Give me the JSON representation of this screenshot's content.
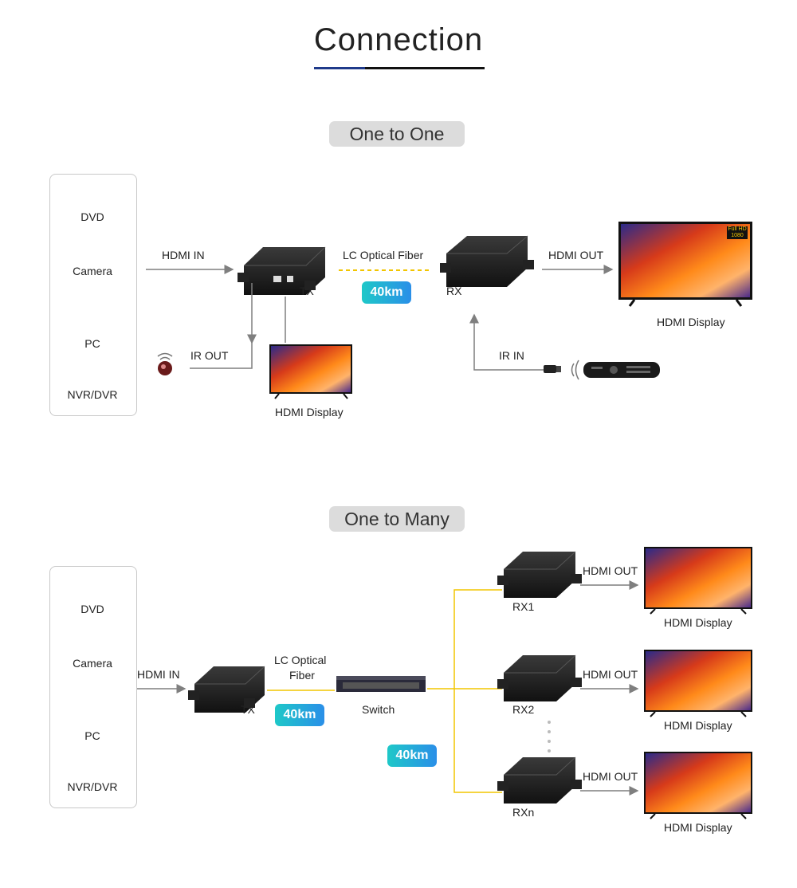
{
  "header": {
    "title": "Connection"
  },
  "colors": {
    "title_underline_left": "#1f3a8a",
    "title_underline_right": "#111111",
    "fiber": "#f2c500",
    "badge_start": "#1ec8c8",
    "badge_end": "#2a8fe8",
    "arrow": "#7f7f7f"
  },
  "one_to_one": {
    "heading": "One to One",
    "sources": [
      "DVD",
      "Camera",
      "PC",
      "NVR/DVR"
    ],
    "hdmi_in": "HDMI IN",
    "tx": "TX",
    "fiber_label": "LC Optical Fiber",
    "distance": "40km",
    "rx": "RX",
    "hdmi_out": "HDMI OUT",
    "display_main": "HDMI Display",
    "ir_out": "IR OUT",
    "display_local": "HDMI Display",
    "ir_in": "IR IN",
    "tv_badge": "Full HD 1080"
  },
  "one_to_many": {
    "heading": "One to Many",
    "sources": [
      "DVD",
      "Camera",
      "PC",
      "NVR/DVR"
    ],
    "hdmi_in": "HDMI IN",
    "tx": "TX",
    "fiber_label_1": "LC Optical",
    "fiber_label_2": "Fiber",
    "distance_1": "40km",
    "switch": "Switch",
    "distance_2": "40km",
    "receivers": [
      {
        "name": "RX1",
        "out": "HDMI OUT",
        "display": "HDMI Display"
      },
      {
        "name": "RX2",
        "out": "HDMI OUT",
        "display": "HDMI Display"
      },
      {
        "name": "RXn",
        "out": "HDMI OUT",
        "display": "HDMI Display"
      }
    ]
  }
}
